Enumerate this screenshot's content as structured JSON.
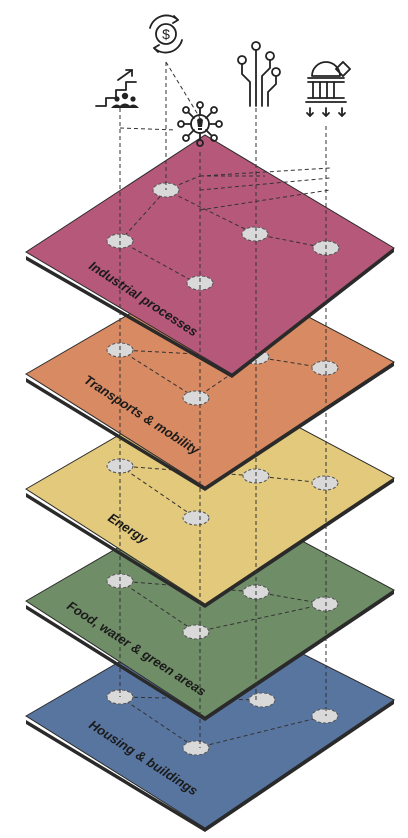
{
  "layers": [
    {
      "id": "industrial",
      "label": "Industrial processes",
      "color": "#b5587a"
    },
    {
      "id": "transports",
      "label": "Transports & mobility",
      "color": "#d88a62"
    },
    {
      "id": "energy",
      "label": "Energy",
      "color": "#e2c97b"
    },
    {
      "id": "food",
      "label": "Food, water & green areas",
      "color": "#6f8d67"
    },
    {
      "id": "housing",
      "label": "Housing & buildings",
      "color": "#5875a0"
    }
  ],
  "icons": [
    "people-stairs-icon",
    "dollar-cycle-icon",
    "lightbulb-network-icon",
    "circuit-tree-icon",
    "government-building-icon"
  ]
}
